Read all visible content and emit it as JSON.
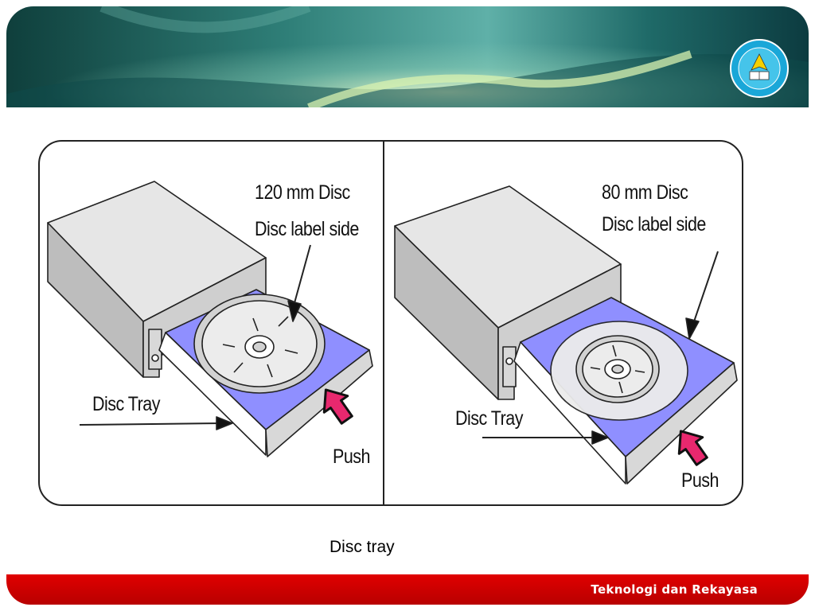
{
  "left_panel": {
    "disc_size_label": "120 mm Disc",
    "label_side": "Disc label side",
    "tray_label": "Disc Tray",
    "push_label": "Push"
  },
  "right_panel": {
    "disc_size_label": "80 mm Disc",
    "label_side": "Disc label side",
    "tray_label": "Disc Tray",
    "push_label": "Push"
  },
  "caption": "Disc tray",
  "footer": {
    "text": "Teknologi dan Rekayasa"
  },
  "colors": {
    "tray": "#8f8fff",
    "push_arrow": "#e8286e",
    "footer": "#d10000",
    "banner": "#2a7f7a"
  },
  "icons": {
    "logo": "tut-wuri-handayani-emblem"
  }
}
